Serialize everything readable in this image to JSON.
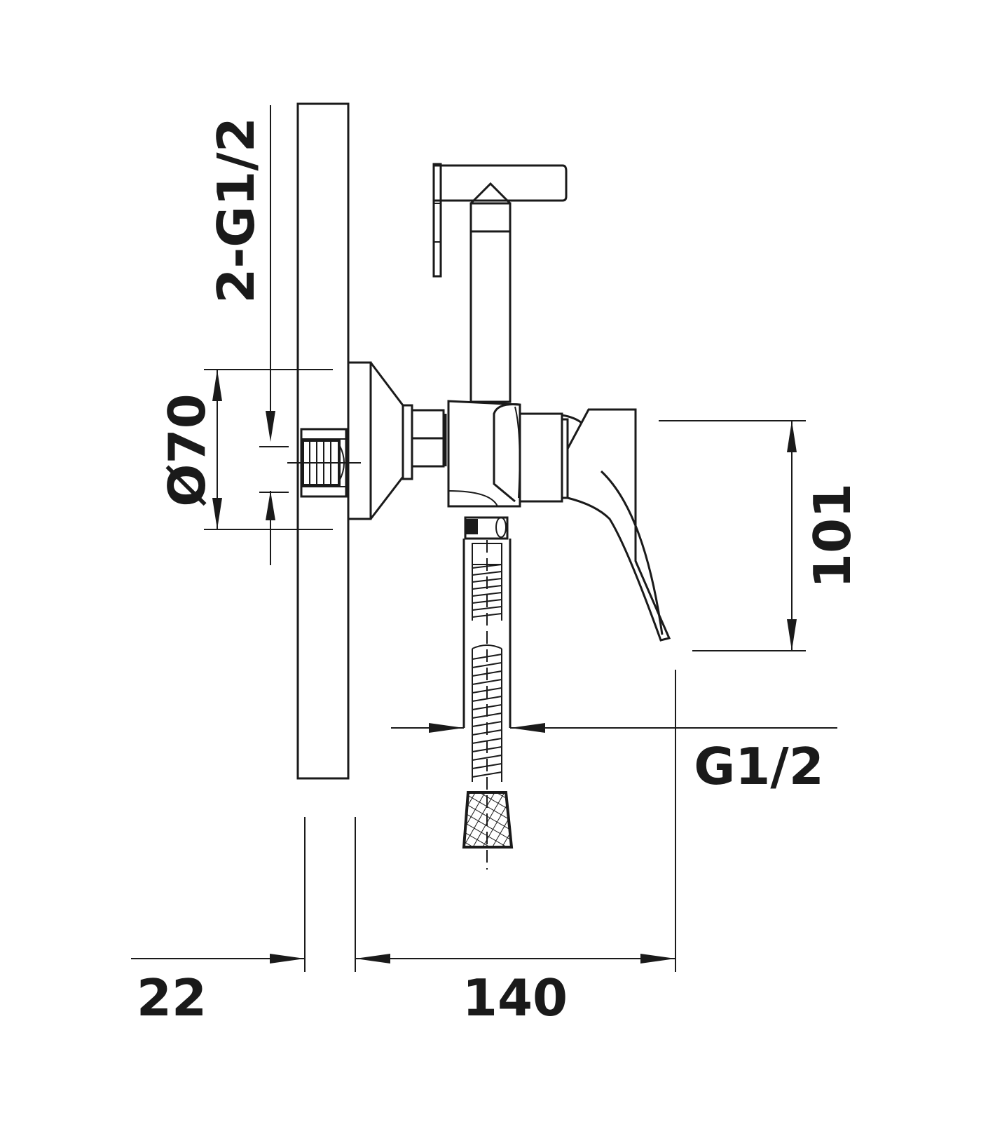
{
  "drawing": {
    "labels": {
      "inlet_thread": "2-G1/2",
      "escutcheon_diameter": "Ø70",
      "lever_height": "101",
      "hose_thread": "G1/2",
      "wall_offset": "22",
      "projection": "140"
    },
    "colors": {
      "line": "#1a1a1a",
      "background": "#ffffff"
    }
  }
}
